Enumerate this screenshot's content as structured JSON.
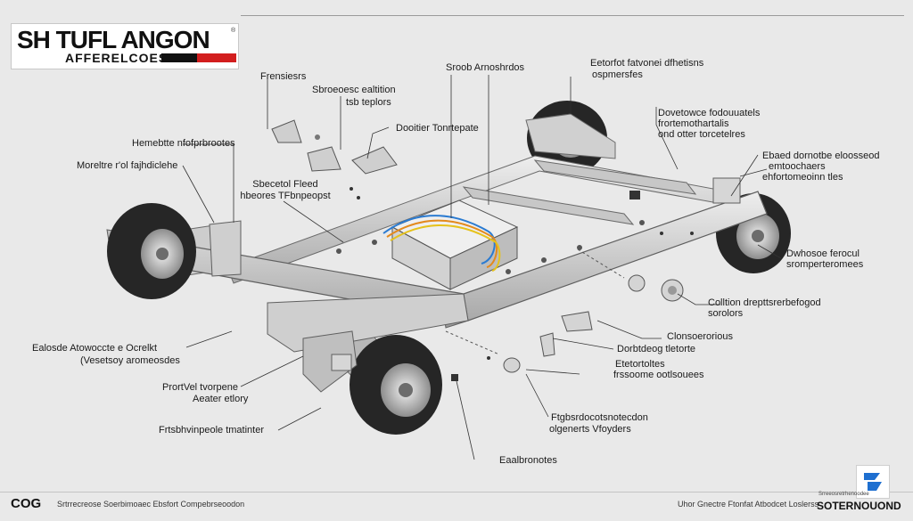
{
  "header": {
    "logo_main": "SH TUFL ANGON",
    "logo_sub": "AFFERELCOES",
    "brand_red": "#d21e1e"
  },
  "labels": {
    "l1": "Frensiesrs",
    "l2": "Sbroeoesc ealtition",
    "l2b": "tsb teplors",
    "l3": "Sroob Arnoshrdos",
    "l4": "Eetorfot fatvonei dfhetisns",
    "l4b": "ospmersfes",
    "l5": "Dovetowce fodouuatels",
    "l5b": "frortemothartalis",
    "l5c": "ond otter torcetelres",
    "l6": "Hemebtte nfofprbrootes",
    "l7": "Moreltre r'ol fajhdiclehe",
    "l8": "Dooitier Tonrtepate",
    "l9": "Sbecetol Fleed",
    "l9b": "hbeores TFbnpeopst",
    "l10": "Ebaed dornotbe eloosseod",
    "l10b": "emtoochaers",
    "l10c": "ehfortomeoinn tles",
    "l11": "Dwhosoe ferocul",
    "l11b": "sromperteromees",
    "l12": "Colltion drepttsrerbefogod",
    "l12b": "sorolors",
    "l13": "Clonsoerorious",
    "l14": "Dorbtdeog tletorte",
    "l15": "Etetortoltes",
    "l15b": "frssoome ootlsouees",
    "l16": "Ealosde Atowoccte e Ocrelkt",
    "l16b": "(Vesetsoy aromeosdes",
    "l17": "PrortVel tvorpene",
    "l17b": "Aeater etlory",
    "l18": "Frtsbhvinpeole tmatinter",
    "l19": "Ftgbsrdocotsnotecdon",
    "l19b": "olgenerts Vfoyders",
    "l20": "Eaalbronotes"
  },
  "footer": {
    "logo": "COG",
    "left_text": "Srtrrecreose  Soerbimoaec  Ebsfort  Compebrseoodon",
    "right_text": "Uhor  Gnectre  Ftonfat  Atbodcet Loslerss",
    "badge_small": "Srreeosretrhenoodee",
    "badge_brand": "SOTERNOUOND"
  },
  "colors": {
    "background": "#e9e9e9",
    "frame": "#c9c9c9",
    "tire": "#262626",
    "wire_blue": "#2b7bd1",
    "wire_orange": "#e38a1e",
    "wire_yellow": "#e6c21c"
  }
}
